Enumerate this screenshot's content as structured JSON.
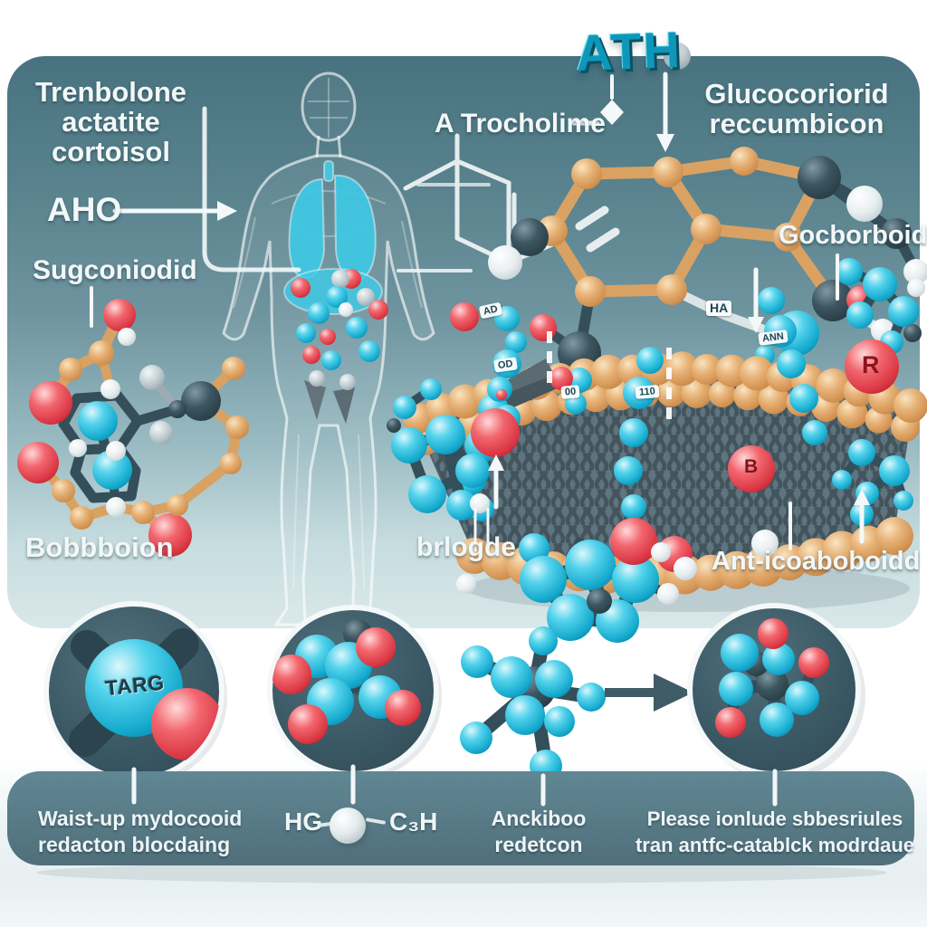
{
  "illustration": {
    "ath_title": "ATH",
    "top_left_title": [
      "Trenbolone",
      "actatite",
      "cortoisol"
    ],
    "aho": "AHO",
    "sugconiodid": "Sugconiodid",
    "bobbboion": "Bobbboion",
    "a_trocholime": "A Trocholime",
    "top_right_title": [
      "Glucocoriorid",
      "reccumbicon"
    ],
    "gocborboid": "Gocborboid",
    "brlogde": "brlogde",
    "anticoaboboidd": "Ant-icoaboboidd",
    "targ": "TARG",
    "membrane_tags": {
      "ad": "AD",
      "od": "OD",
      "zeros": "00",
      "one_ten": "110",
      "ann": "ANN",
      "ha": "HA",
      "r": "R",
      "b": "B"
    }
  },
  "captions": {
    "c1": [
      "Waist-up mydocooid",
      "redacton blocdaing"
    ],
    "formula": {
      "left": "HG",
      "right": "C₃H"
    },
    "c3": [
      "Anckiboo",
      "redetcon"
    ],
    "c4": [
      "Please ionlude sbbesriules",
      "tran antfc-catablck modrdaue"
    ]
  },
  "colors": {
    "panel_teal": "#4e7886",
    "bar_teal": "#5b808b",
    "cyan": "#35c3e0",
    "red": "#e8505c",
    "tan": "#e2aa6b",
    "dark_slate": "#33505c",
    "callout_circle": "#3a5864"
  }
}
